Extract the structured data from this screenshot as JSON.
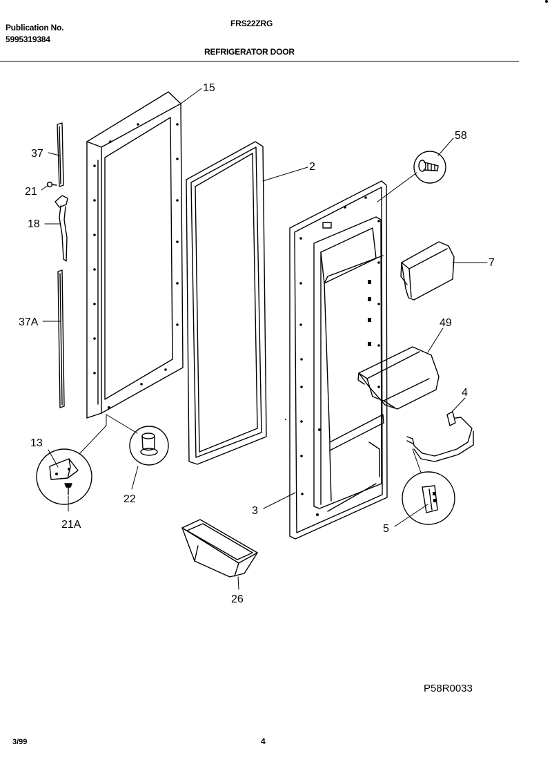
{
  "header": {
    "publication_label": "Publication No.",
    "publication_number": "5995319384",
    "model": "FRS22ZRG",
    "section_title": "REFRIGERATOR DOOR"
  },
  "callouts": {
    "c15": "15",
    "c2": "2",
    "c58": "58",
    "c37": "37",
    "c21": "21",
    "c18": "18",
    "c37a": "37A",
    "c7": "7",
    "c49": "49",
    "c4": "4",
    "c13": "13",
    "c22": "22",
    "c21a": "21A",
    "c3": "3",
    "c5": "5",
    "c26": "26"
  },
  "footer": {
    "figure_code": "P58R0033",
    "date": "3/99",
    "page_number": "4"
  }
}
